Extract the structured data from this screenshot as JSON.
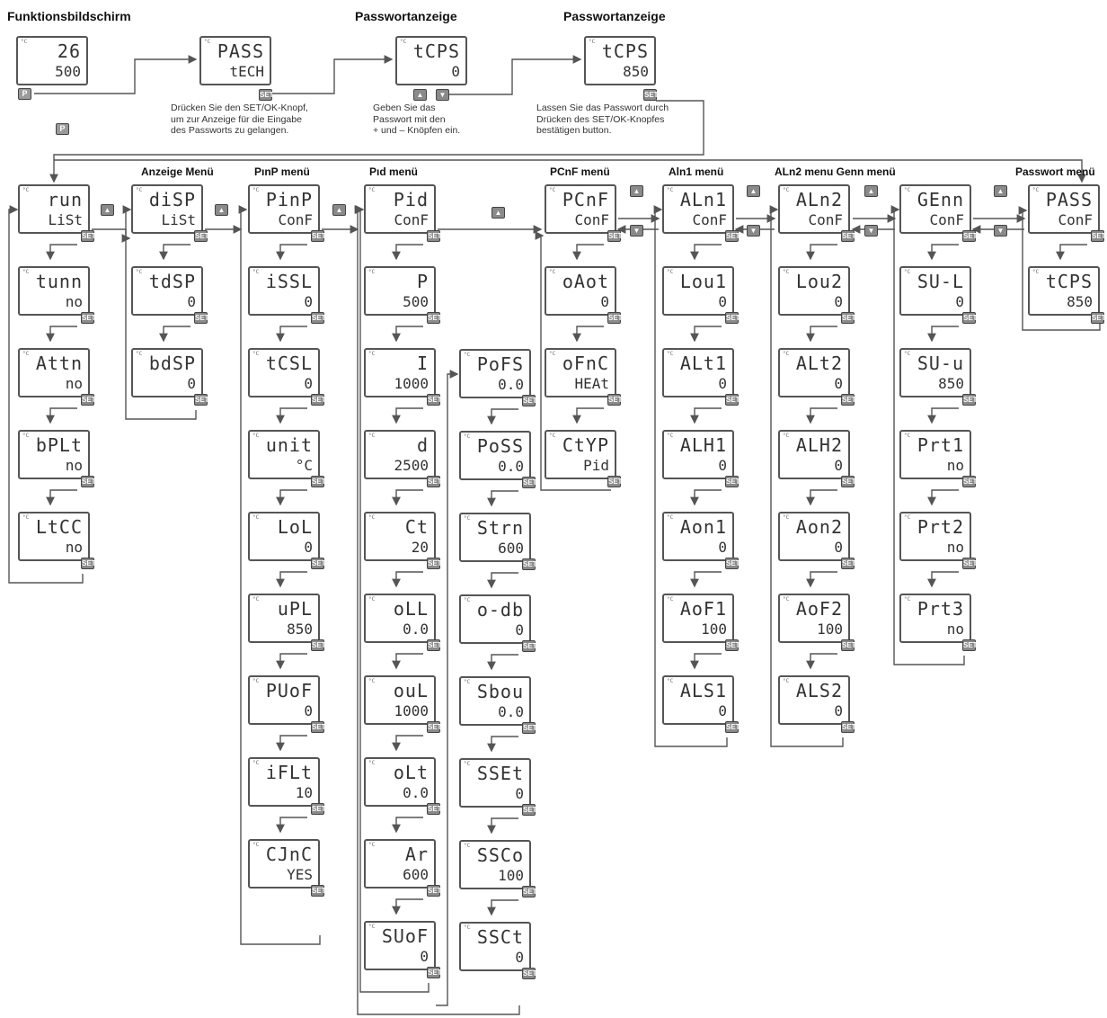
{
  "headers": {
    "funktion": "Funktionsbildschirm",
    "pass1": "Passwortanzeige",
    "pass2": "Passwortanzeige",
    "anzeige": "Anzeige Menü",
    "pinp": "PınP menü",
    "pid": "Pıd menü",
    "pcnf": "PCnF menü",
    "aln1": "Aln1 menü",
    "aln2genn": "ALn2 menu Genn menü",
    "passwort": "Passwort menü"
  },
  "notes": {
    "n1": "Drücken Sie den SET/OK-Knopf,\num zur Anzeige für die Eingabe\ndes Passworts zu gelangen.",
    "n2": "Geben Sie das\nPasswort mit den\n+ und – Knöpfen ein.",
    "n3": "Lassen Sie das Passwort durch\nDrücken des SET/OK-Knopfes\nbestätigen button."
  },
  "keys": {
    "p": "P",
    "set": "SET",
    "up": "▲",
    "down": "▼"
  },
  "screens": {
    "f1": {
      "l1": "26",
      "l2": "500"
    },
    "f2": {
      "l1": "PASS",
      "l2": "tECH"
    },
    "f3": {
      "l1": "tCPS",
      "l2": "0"
    },
    "f4": {
      "l1": "tCPS",
      "l2": "850"
    },
    "c1a": {
      "l1": "run",
      "l2": "LiSt"
    },
    "c1b": {
      "l1": "tunn",
      "l2": "no"
    },
    "c1c": {
      "l1": "Attn",
      "l2": "no"
    },
    "c1d": {
      "l1": "bPLt",
      "l2": "no"
    },
    "c1e": {
      "l1": "LtCC",
      "l2": "no"
    },
    "c2a": {
      "l1": "diSP",
      "l2": "LiSt"
    },
    "c2b": {
      "l1": "tdSP",
      "l2": "0"
    },
    "c2c": {
      "l1": "bdSP",
      "l2": "0"
    },
    "c3a": {
      "l1": "PinP",
      "l2": "ConF"
    },
    "c3b": {
      "l1": "iSSL",
      "l2": "0"
    },
    "c3c": {
      "l1": "tCSL",
      "l2": "0"
    },
    "c3d": {
      "l1": "unit",
      "l2": "°C"
    },
    "c3e": {
      "l1": "LoL",
      "l2": "0"
    },
    "c3f": {
      "l1": "uPL",
      "l2": "850"
    },
    "c3g": {
      "l1": "PUoF",
      "l2": "0"
    },
    "c3h": {
      "l1": "iFLt",
      "l2": "10"
    },
    "c3i": {
      "l1": "CJnC",
      "l2": "YES"
    },
    "c4a": {
      "l1": "Pid",
      "l2": "ConF"
    },
    "c4b": {
      "l1": "P",
      "l2": "500"
    },
    "c4c": {
      "l1": "I",
      "l2": "1000"
    },
    "c4d": {
      "l1": "d",
      "l2": "2500"
    },
    "c4e": {
      "l1": "Ct",
      "l2": "20"
    },
    "c4f": {
      "l1": "oLL",
      "l2": "0.0"
    },
    "c4g": {
      "l1": "ouL",
      "l2": "1000"
    },
    "c4h": {
      "l1": "oLt",
      "l2": "0.0"
    },
    "c4i": {
      "l1": "Ar",
      "l2": "600"
    },
    "c4j": {
      "l1": "SUoF",
      "l2": "0"
    },
    "c5a": {
      "l1": "PoFS",
      "l2": "0.0"
    },
    "c5b": {
      "l1": "PoSS",
      "l2": "0.0"
    },
    "c5c": {
      "l1": "Strn",
      "l2": "600"
    },
    "c5d": {
      "l1": "o-db",
      "l2": "0"
    },
    "c5e": {
      "l1": "Sbou",
      "l2": "0.0"
    },
    "c5f": {
      "l1": "SSEt",
      "l2": "0"
    },
    "c5g": {
      "l1": "SSCo",
      "l2": "100"
    },
    "c5h": {
      "l1": "SSCt",
      "l2": "0"
    },
    "c6a": {
      "l1": "PCnF",
      "l2": "ConF"
    },
    "c6b": {
      "l1": "oAot",
      "l2": "0"
    },
    "c6c": {
      "l1": "oFnC",
      "l2": "HEAt"
    },
    "c6d": {
      "l1": "CtYP",
      "l2": "Pid"
    },
    "c7a": {
      "l1": "ALn1",
      "l2": "ConF"
    },
    "c7b": {
      "l1": "Lou1",
      "l2": "0"
    },
    "c7c": {
      "l1": "ALt1",
      "l2": "0"
    },
    "c7d": {
      "l1": "ALH1",
      "l2": "0"
    },
    "c7e": {
      "l1": "Aon1",
      "l2": "0"
    },
    "c7f": {
      "l1": "AoF1",
      "l2": "100"
    },
    "c7g": {
      "l1": "ALS1",
      "l2": "0"
    },
    "c8a": {
      "l1": "ALn2",
      "l2": "ConF"
    },
    "c8b": {
      "l1": "Lou2",
      "l2": "0"
    },
    "c8c": {
      "l1": "ALt2",
      "l2": "0"
    },
    "c8d": {
      "l1": "ALH2",
      "l2": "0"
    },
    "c8e": {
      "l1": "Aon2",
      "l2": "0"
    },
    "c8f": {
      "l1": "AoF2",
      "l2": "100"
    },
    "c8g": {
      "l1": "ALS2",
      "l2": "0"
    },
    "c9a": {
      "l1": "GEnn",
      "l2": "ConF"
    },
    "c9b": {
      "l1": "SU-L",
      "l2": "0"
    },
    "c9c": {
      "l1": "SU-u",
      "l2": "850"
    },
    "c9d": {
      "l1": "Prt1",
      "l2": "no"
    },
    "c9e": {
      "l1": "Prt2",
      "l2": "no"
    },
    "c9f": {
      "l1": "Prt3",
      "l2": "no"
    },
    "c10a": {
      "l1": "PASS",
      "l2": "ConF"
    },
    "c10b": {
      "l1": "tCPS",
      "l2": "850"
    }
  }
}
